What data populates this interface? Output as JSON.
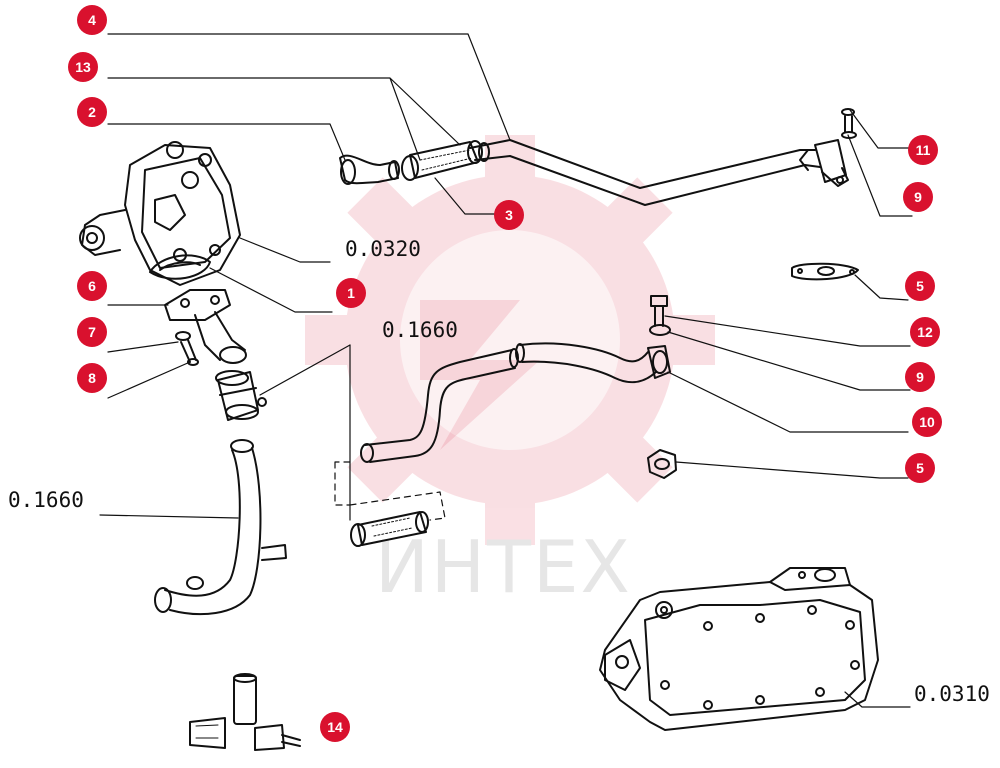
{
  "watermark": {
    "text": "ИНТЕХ",
    "color": "#d9112e"
  },
  "callouts": {
    "c4": "4",
    "c13": "13",
    "c2": "2",
    "c3": "3",
    "c11": "11",
    "c9a": "9",
    "c6": "6",
    "c1": "1",
    "c7": "7",
    "c8": "8",
    "c5a": "5",
    "c12": "12",
    "c9b": "9",
    "c10": "10",
    "c5b": "5",
    "c14": "14"
  },
  "refs": {
    "r0320": "0.0320",
    "r1660a": "0.1660",
    "r1660b": "0.1660",
    "r0310": "0.0310"
  },
  "colors": {
    "callout": "#d9112e",
    "ink": "#111111"
  }
}
